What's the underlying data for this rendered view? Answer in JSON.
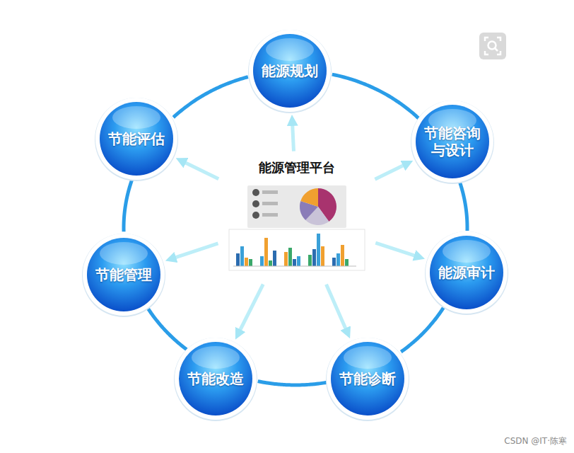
{
  "diagram": {
    "nodes": [
      {
        "text": [
          "能源管理平台"
        ]
      },
      {
        "text": [
          "能源规划"
        ]
      },
      {
        "text": [
          "节能咨询与设计"
        ]
      },
      {
        "text": [
          "能源审计"
        ]
      },
      {
        "text": [
          "节能诊断"
        ]
      },
      {
        "text": [
          "节能改造"
        ]
      },
      {
        "text": [
          "节能管理"
        ]
      },
      {
        "text": [
          "节能评估"
        ]
      }
    ],
    "edges": [
      {
        "from": 0,
        "to": 1,
        "arrow": "to"
      },
      {
        "from": 0,
        "to": 2,
        "arrow": "to"
      },
      {
        "from": 0,
        "to": 3,
        "arrow": "to"
      },
      {
        "from": 0,
        "to": 4,
        "arrow": "to"
      },
      {
        "from": 0,
        "to": 5,
        "arrow": "to"
      },
      {
        "from": 0,
        "to": 6,
        "arrow": "to"
      },
      {
        "from": 0,
        "to": 7,
        "arrow": "to"
      },
      {
        "from": 1,
        "to": 2,
        "arrow": "none"
      },
      {
        "from": 2,
        "to": 3,
        "arrow": "none"
      },
      {
        "from": 3,
        "to": 4,
        "arrow": "none"
      },
      {
        "from": 4,
        "to": 5,
        "arrow": "none"
      },
      {
        "from": 5,
        "to": 6,
        "arrow": "none"
      },
      {
        "from": 6,
        "to": 7,
        "arrow": "none"
      },
      {
        "from": 7,
        "to": 1,
        "arrow": "none"
      }
    ],
    "labels": [
      "CSDN @IT·陈寒"
    ]
  }
}
